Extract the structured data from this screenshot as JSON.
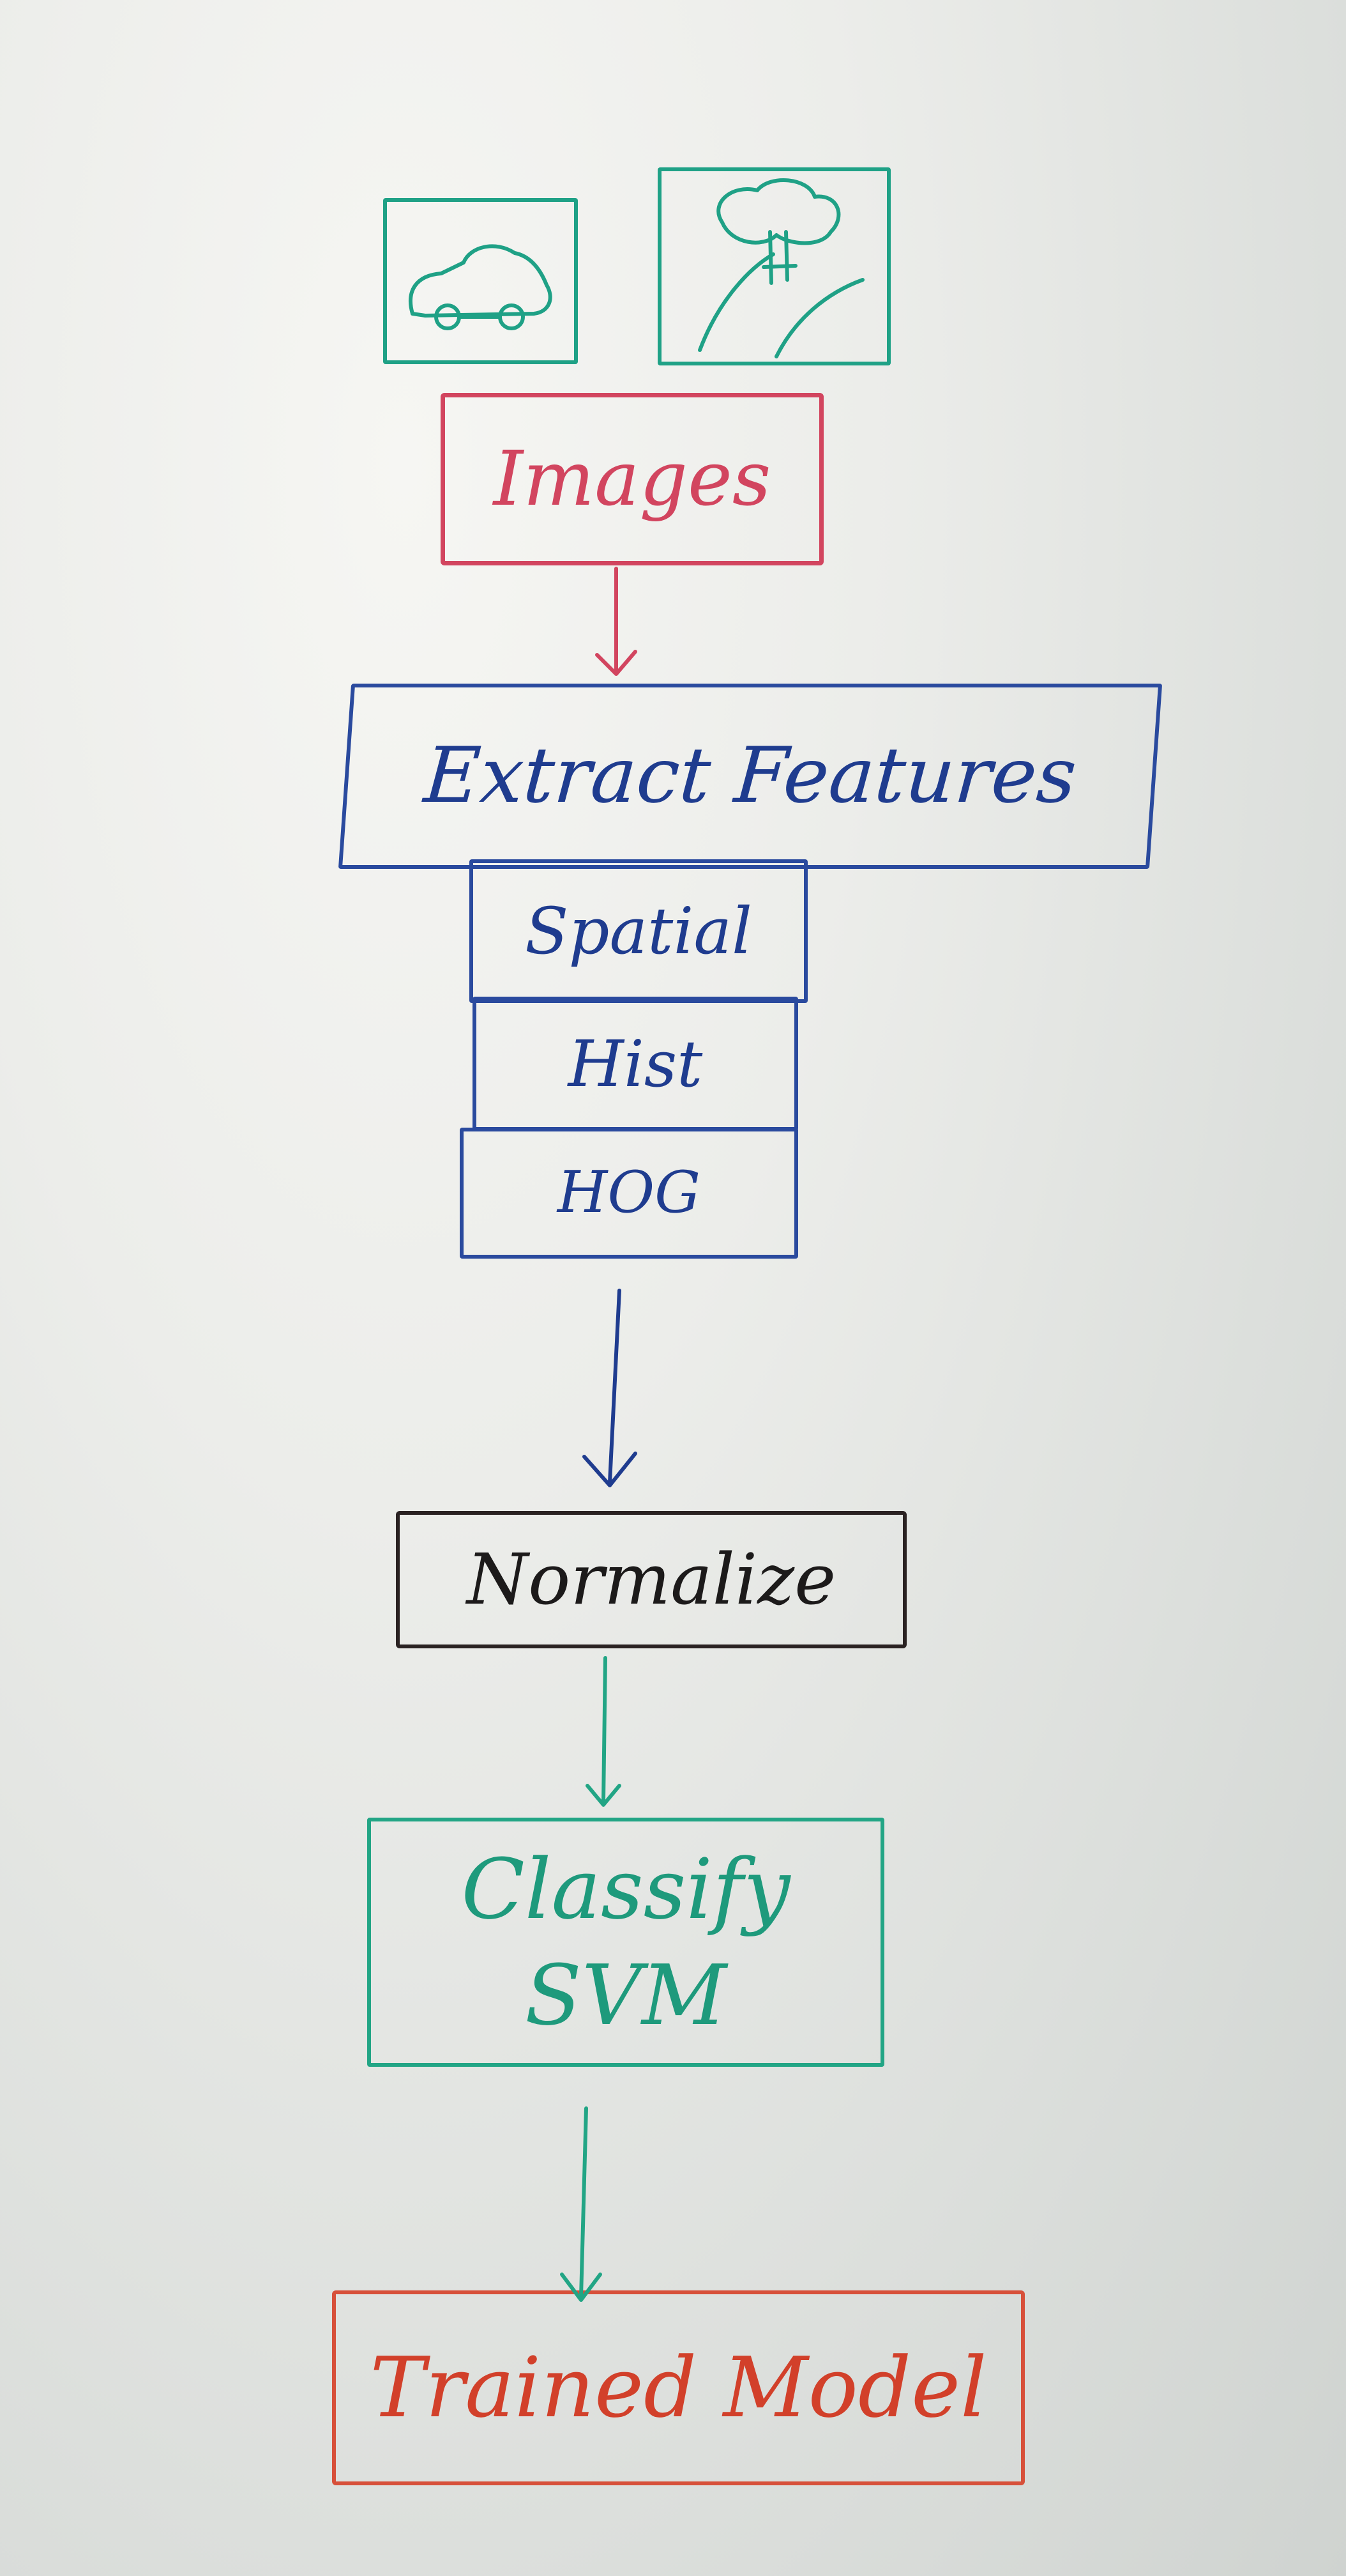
{
  "diagram": {
    "nodes": {
      "images": "Images",
      "extract_features": "Extract Features",
      "spatial": "Spatial",
      "hist": "Hist",
      "hog": "HOG",
      "normalize": "Normalize",
      "classify": "Classify",
      "svm": "SVM",
      "trained_model": "Trained Model"
    },
    "thumbnails": [
      "car-icon",
      "tree-road-icon"
    ],
    "colors": {
      "images": "#d2455f",
      "extract": "#2a4a9e",
      "normalize": "#2a2222",
      "classify": "#22a585",
      "trained_model": "#d7503a"
    }
  }
}
